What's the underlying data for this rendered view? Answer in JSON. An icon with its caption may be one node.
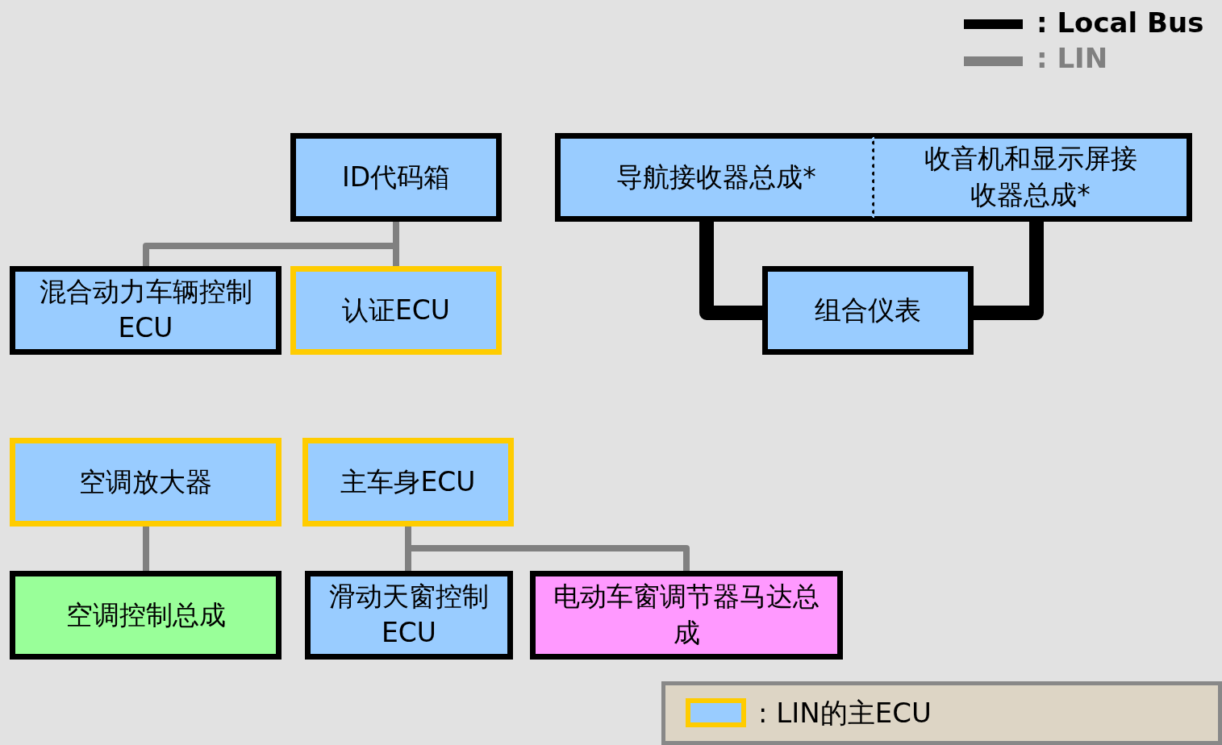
{
  "diagram": {
    "nodes": [
      {
        "text": [
          "ID代码箱"
        ]
      },
      {
        "text": [
          "混合动力车辆控制ECU"
        ]
      },
      {
        "text": [
          "认证ECU"
        ]
      },
      {
        "text": [
          "导航接收器总成*"
        ]
      },
      {
        "text": [
          "收音机和显示屏接收器总成*"
        ]
      },
      {
        "text": [
          "组合仪表"
        ]
      },
      {
        "text": [
          "空调放大器"
        ]
      },
      {
        "text": [
          "主车身ECU"
        ]
      },
      {
        "text": [
          "空调控制总成"
        ]
      },
      {
        "text": [
          "滑动天窗控制ECU"
        ]
      },
      {
        "text": [
          "电动车窗调节器马达总成"
        ]
      }
    ],
    "edges": [
      {
        "from": 0,
        "to": 2,
        "arrow": "none"
      },
      {
        "from": 0,
        "to": 1,
        "arrow": "none"
      },
      {
        "from": 3,
        "to": 5,
        "arrow": "none",
        "style": "thick",
        "color": "#000000"
      },
      {
        "from": 4,
        "to": 5,
        "arrow": "none",
        "style": "thick",
        "color": "#000000"
      },
      {
        "from": 6,
        "to": 8,
        "arrow": "none"
      },
      {
        "from": 7,
        "to": 9,
        "arrow": "none"
      },
      {
        "from": 7,
        "to": 10,
        "arrow": "none"
      }
    ],
    "legend": [
      {
        "text": ": Local Bus"
      },
      {
        "text": ": LIN"
      },
      {
        "text": ": LIN的主ECU"
      }
    ]
  }
}
